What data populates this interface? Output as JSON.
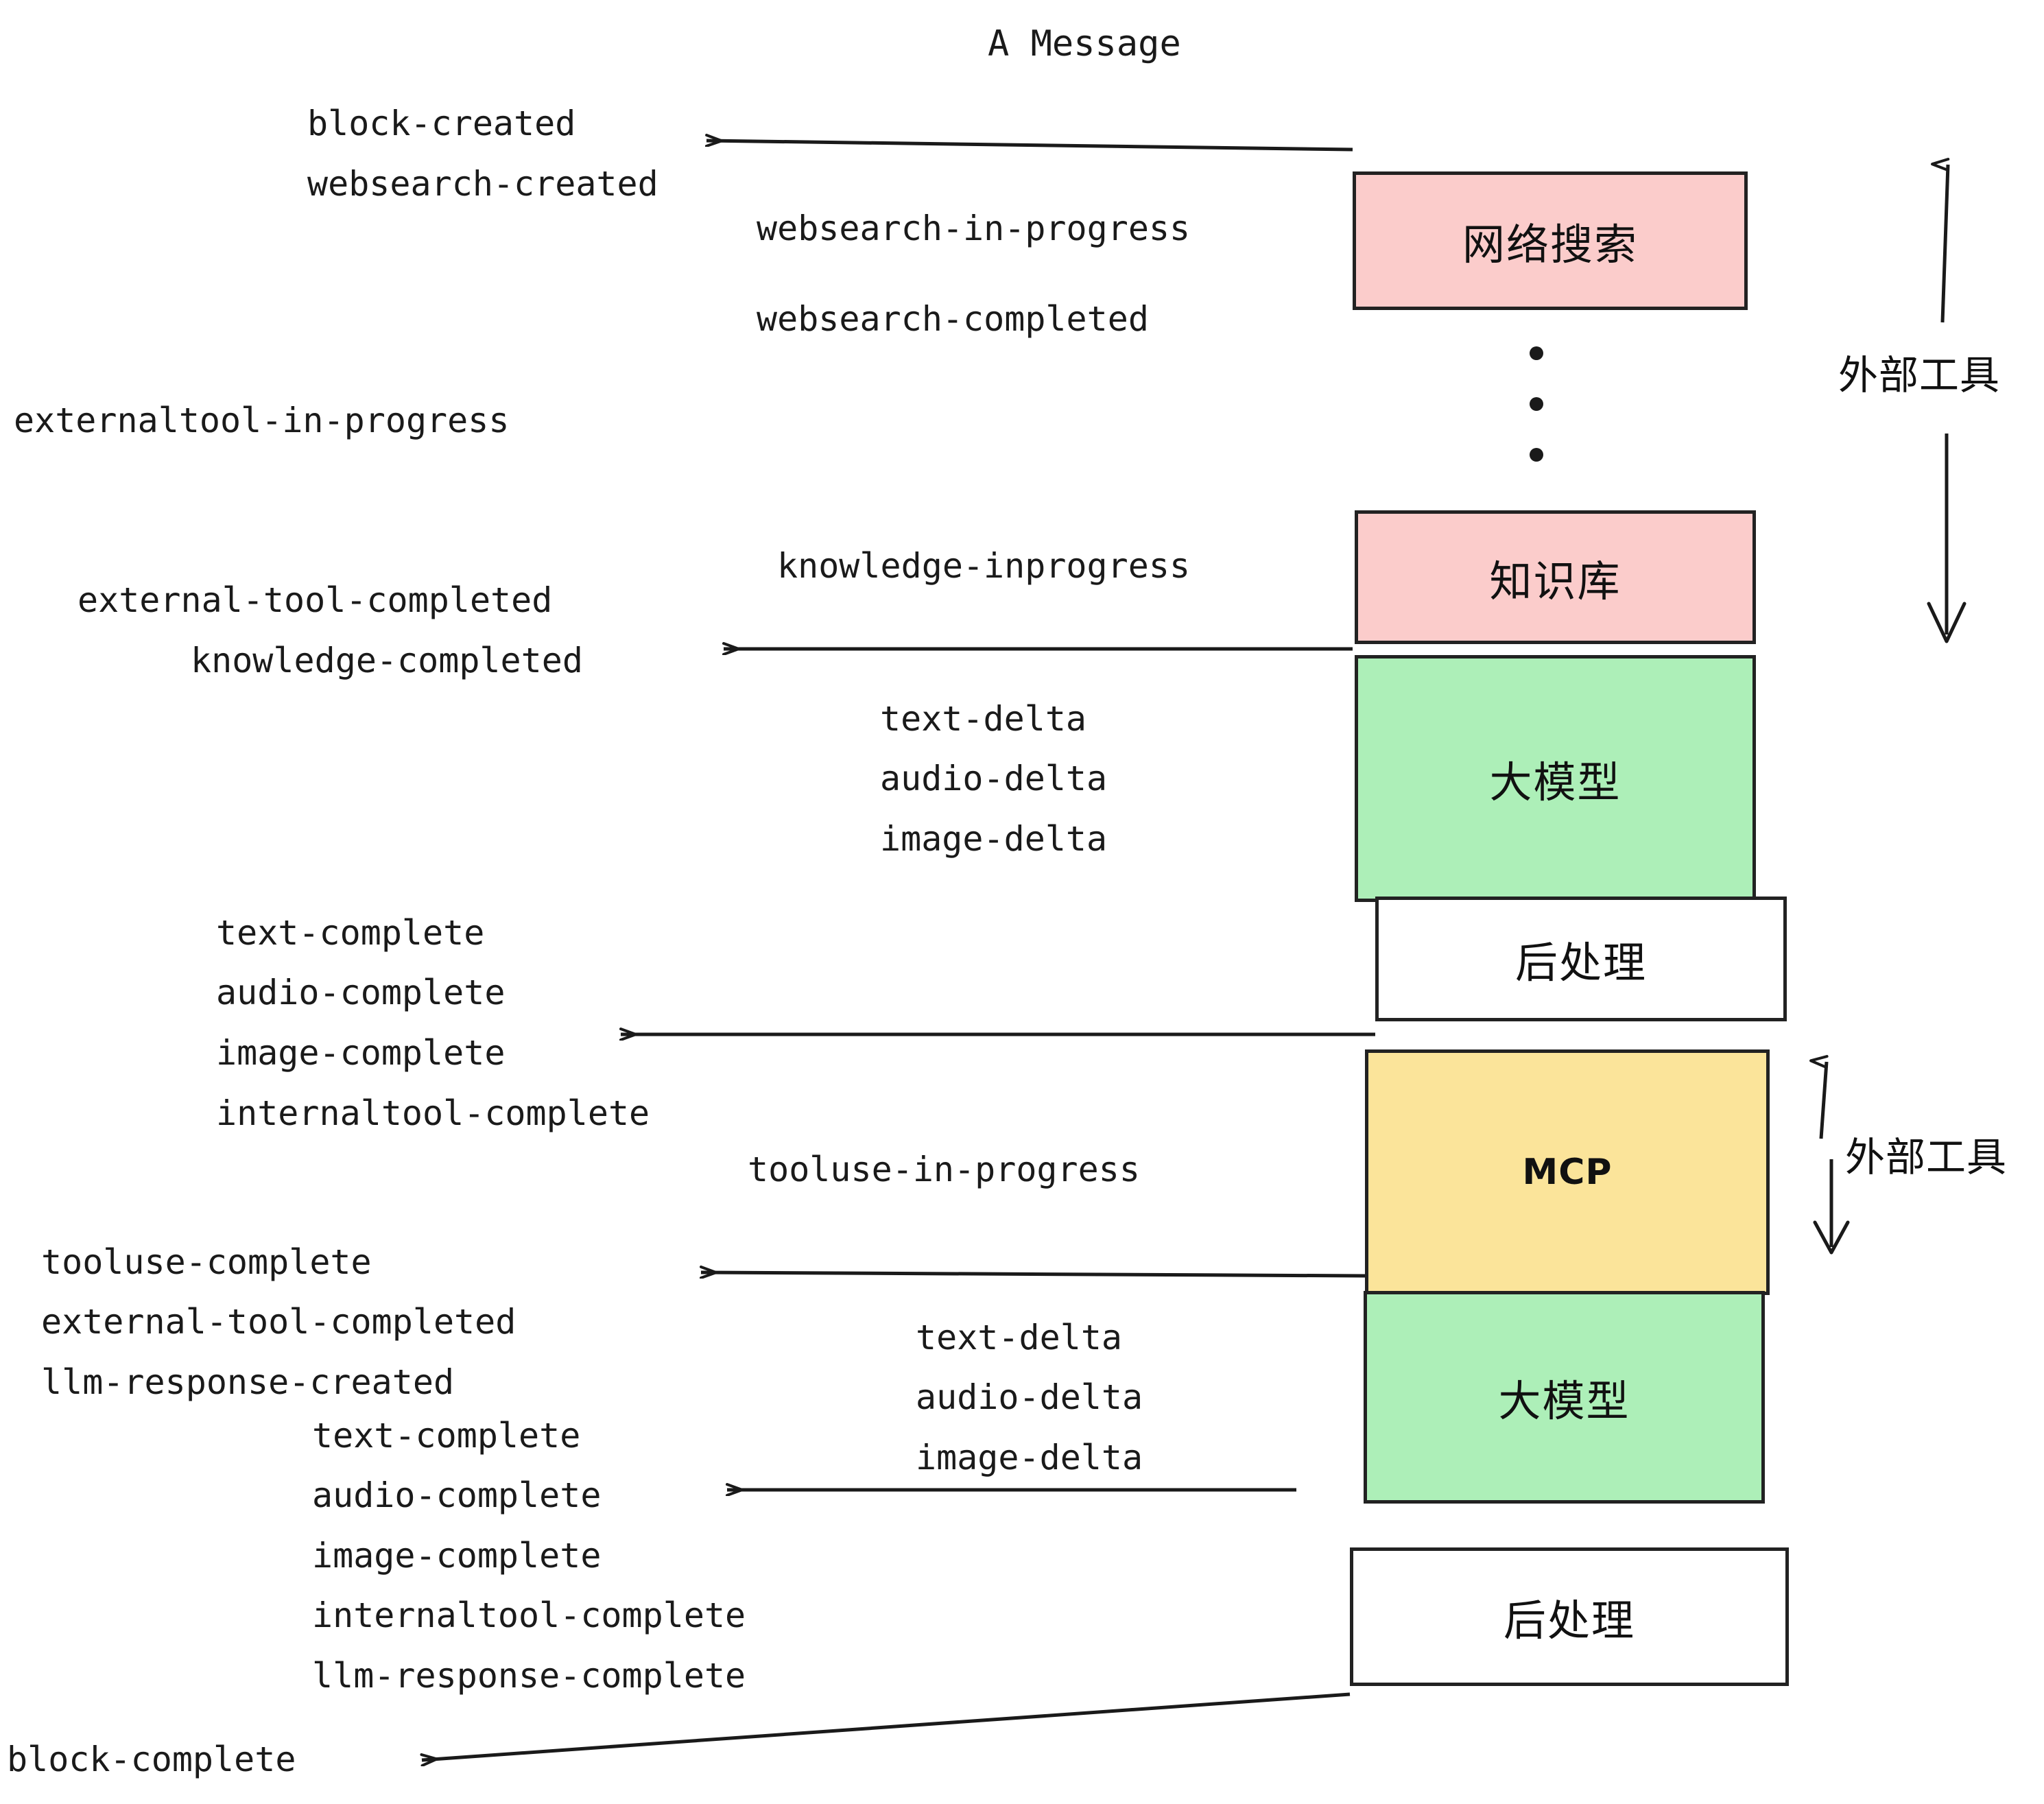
{
  "title": "A Message",
  "colors": {
    "external_tool_fill": "#FBCCCB",
    "llm_fill": "#ADEFB8",
    "mcp_fill": "#FBE49A",
    "postprocess_fill": "#FFFFFF",
    "stroke": "#222222",
    "text": "#1a1a1a"
  },
  "nodes": [
    {
      "id": "websearch",
      "label": "网络搜索",
      "fill": "external_tool_fill",
      "script": "cjk"
    },
    {
      "id": "knowledge",
      "label": "知识库",
      "fill": "external_tool_fill",
      "script": "cjk"
    },
    {
      "id": "llm-1",
      "label": "大模型",
      "fill": "llm_fill",
      "script": "cjk"
    },
    {
      "id": "postprocess-1",
      "label": "后处理",
      "fill": "postprocess_fill",
      "script": "cjk"
    },
    {
      "id": "mcp",
      "label": "MCP",
      "fill": "mcp_fill",
      "script": "latin"
    },
    {
      "id": "llm-2",
      "label": "大模型",
      "fill": "llm_fill",
      "script": "cjk"
    },
    {
      "id": "postprocess-2",
      "label": "后处理",
      "fill": "postprocess_fill",
      "script": "cjk"
    }
  ],
  "side_labels": [
    {
      "id": "external-tool-top",
      "text": "外部工具"
    },
    {
      "id": "external-tool-bottom",
      "text": "外部工具"
    }
  ],
  "events": [
    {
      "id": "block-created",
      "text": "block-created"
    },
    {
      "id": "websearch-created",
      "text": "websearch-created"
    },
    {
      "id": "websearch-in-progress",
      "text": "websearch-in-progress"
    },
    {
      "id": "websearch-completed",
      "text": "websearch-completed"
    },
    {
      "id": "externaltool-in-progress",
      "text": "externaltool-in-progress"
    },
    {
      "id": "knowledge-inprogress",
      "text": "knowledge-inprogress"
    },
    {
      "id": "external-tool-completed-1",
      "text": "external-tool-completed"
    },
    {
      "id": "knowledge-completed",
      "text": "knowledge-completed"
    },
    {
      "id": "text-delta-1",
      "text": "text-delta"
    },
    {
      "id": "audio-delta-1",
      "text": "audio-delta"
    },
    {
      "id": "image-delta-1",
      "text": "image-delta"
    },
    {
      "id": "text-complete-1",
      "text": "text-complete"
    },
    {
      "id": "audio-complete-1",
      "text": "audio-complete"
    },
    {
      "id": "image-complete-1",
      "text": "image-complete"
    },
    {
      "id": "internaltool-complete-1",
      "text": "internaltool-complete"
    },
    {
      "id": "tooluse-in-progress",
      "text": "tooluse-in-progress"
    },
    {
      "id": "tooluse-complete",
      "text": "tooluse-complete"
    },
    {
      "id": "external-tool-completed-2",
      "text": "external-tool-completed"
    },
    {
      "id": "llm-response-created",
      "text": "llm-response-created"
    },
    {
      "id": "text-delta-2",
      "text": "text-delta"
    },
    {
      "id": "audio-delta-2",
      "text": "audio-delta"
    },
    {
      "id": "image-delta-2",
      "text": "image-delta"
    },
    {
      "id": "text-complete-2",
      "text": "text-complete"
    },
    {
      "id": "audio-complete-2",
      "text": "audio-complete"
    },
    {
      "id": "image-complete-2",
      "text": "image-complete"
    },
    {
      "id": "internaltool-complete-2",
      "text": "internaltool-complete"
    },
    {
      "id": "llm-response-complete",
      "text": "llm-response-complete"
    },
    {
      "id": "block-complete",
      "text": "block-complete"
    }
  ]
}
